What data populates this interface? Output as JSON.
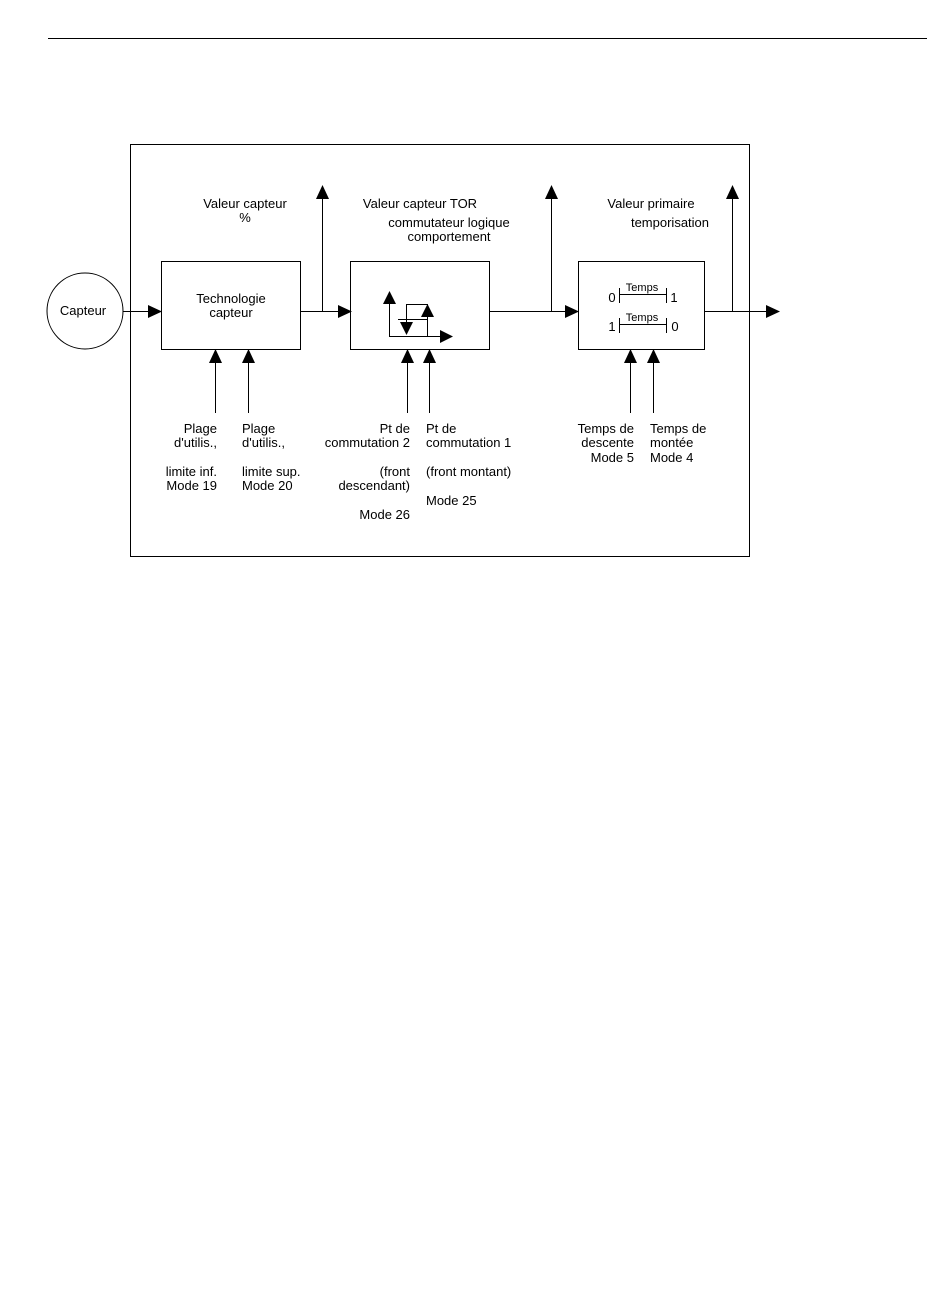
{
  "sensor": {
    "label": "Capteur"
  },
  "blocks": {
    "technology": {
      "label_line1": "Technologie",
      "label_line2": "capteur"
    },
    "switching": {},
    "timer": {
      "row1": {
        "left": "0",
        "label": "Temps",
        "right": "1"
      },
      "row2": {
        "left": "1",
        "label": "Temps",
        "right": "0"
      }
    }
  },
  "outputs": {
    "sensor_value": {
      "line1": "Valeur capteur",
      "line2": "%"
    },
    "tor_value": {
      "line1": "Valeur capteur TOR",
      "line2": "commutateur logique",
      "line3": "comportement"
    },
    "primary_value": {
      "line1": "Valeur primaire",
      "line2": "temporisation"
    }
  },
  "inputs": {
    "range_low": {
      "line1": "Plage",
      "line2": "d'utilis.,",
      "line3": "limite inf.",
      "line4": "Mode 19"
    },
    "range_high": {
      "line1": "Plage",
      "line2": "d'utilis.,",
      "line3": "limite sup.",
      "line4": "Mode 20"
    },
    "switch_point_2": {
      "line1": "Pt de",
      "line2": "commutation 2",
      "line3": "(front",
      "line4": "descendant)",
      "line5": "Mode 26"
    },
    "switch_point_1": {
      "line1": "Pt de",
      "line2": "commutation 1",
      "line3": "(front montant)",
      "line4": "Mode 25"
    },
    "fall_time": {
      "line1": "Temps de",
      "line2": "descente",
      "line3": "Mode 5"
    },
    "rise_time": {
      "line1": "Temps de",
      "line2": "montée",
      "line3": "Mode 4"
    }
  }
}
